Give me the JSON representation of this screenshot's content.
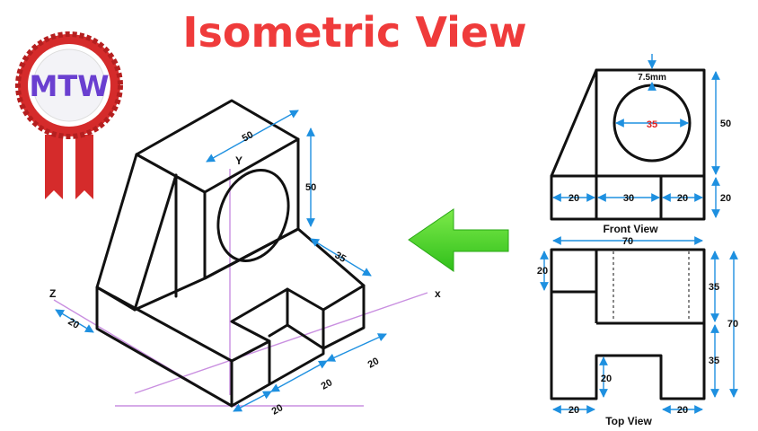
{
  "title": "Isometric View",
  "logo": {
    "text": "MTW"
  },
  "colors": {
    "title": "#ef3b3b",
    "dimension": "#1e90e0",
    "axis": "#c98fe0",
    "arrow": "#3ccc22",
    "outline": "#111111",
    "circle_label": "#e02020",
    "ribbon": "#d52b2b"
  },
  "isometric": {
    "axes": {
      "x": "x",
      "y": "Y",
      "z": "Z"
    },
    "dims": {
      "top_width": "50",
      "height": "50",
      "depth_step": "35",
      "left_depth": "20",
      "bottom_front": "20",
      "bottom_mid": "20",
      "bottom_right": "20"
    }
  },
  "front_view": {
    "label": "Front View",
    "hole_offset": "7.5mm",
    "hole_diameter": "35",
    "height": "50",
    "base_height": "20",
    "bottom_dims": [
      "20",
      "30",
      "20"
    ]
  },
  "top_view": {
    "label": "Top View",
    "width": "70",
    "left_dim": "20",
    "right_top": "35",
    "right_total": "70",
    "right_bottom": "35",
    "slot_depth": "20",
    "bottom_dims": [
      "20",
      "20"
    ]
  }
}
